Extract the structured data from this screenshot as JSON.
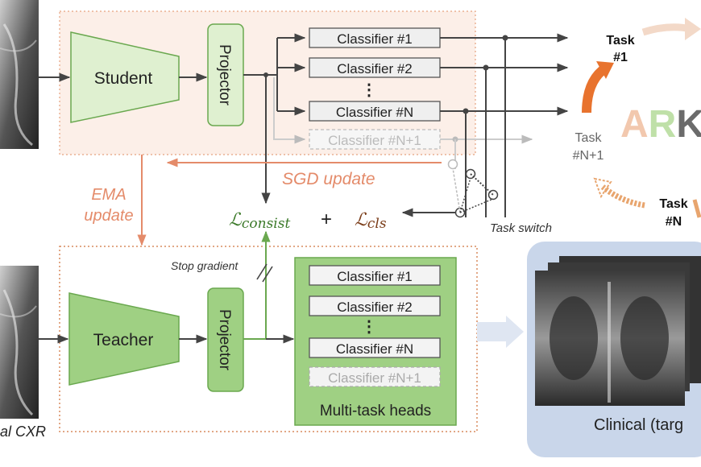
{
  "student": {
    "encoder_label": "Student",
    "projector_label": "Projector"
  },
  "teacher": {
    "encoder_label": "Teacher",
    "projector_label": "Projector"
  },
  "student_heads": [
    {
      "label": "Classifier #1"
    },
    {
      "label": "Classifier #2"
    },
    {
      "label": "Classifier #N"
    },
    {
      "label": "Classifier #N+1"
    }
  ],
  "teacher_heads": [
    {
      "label": "Classifier #1"
    },
    {
      "label": "Classifier #2"
    },
    {
      "label": "Classifier #N"
    },
    {
      "label": "Classifier #N+1"
    }
  ],
  "ellipsis": "⋮",
  "multi_task_heads_label": "Multi-task heads",
  "sgd_update_label": "SGD update",
  "ema_update_line1": "EMA",
  "ema_update_line2": "update",
  "loss": {
    "consist_symbol": "ℒ",
    "consist_sub": "consist",
    "plus": "+",
    "cls_symbol": "ℒ",
    "cls_sub": "cls"
  },
  "stop_gradient_label": "Stop gradient",
  "task_switch_label": "Task switch",
  "tasks": {
    "task1_line1": "Task",
    "task1_line2": "#1",
    "taskN1_line1": "Task",
    "taskN1_line2": "#N+1",
    "taskN_line1": "Task",
    "taskN_line2": "#N"
  },
  "ark_title": {
    "a": "A",
    "r": "R",
    "k": "K"
  },
  "cxr_label": "al CXR",
  "clinical_label": "Clinical (targ",
  "colors": {
    "green_fill": "#b8dba0",
    "green_dark": "#6aa84f",
    "green_light": "#dff0d0",
    "peach_bg": "#fcefe8",
    "peach_border": "#e6a27f",
    "salmon": "#e48b6a",
    "orange": "#e8732e",
    "blue_bg": "#c9d6ea"
  }
}
